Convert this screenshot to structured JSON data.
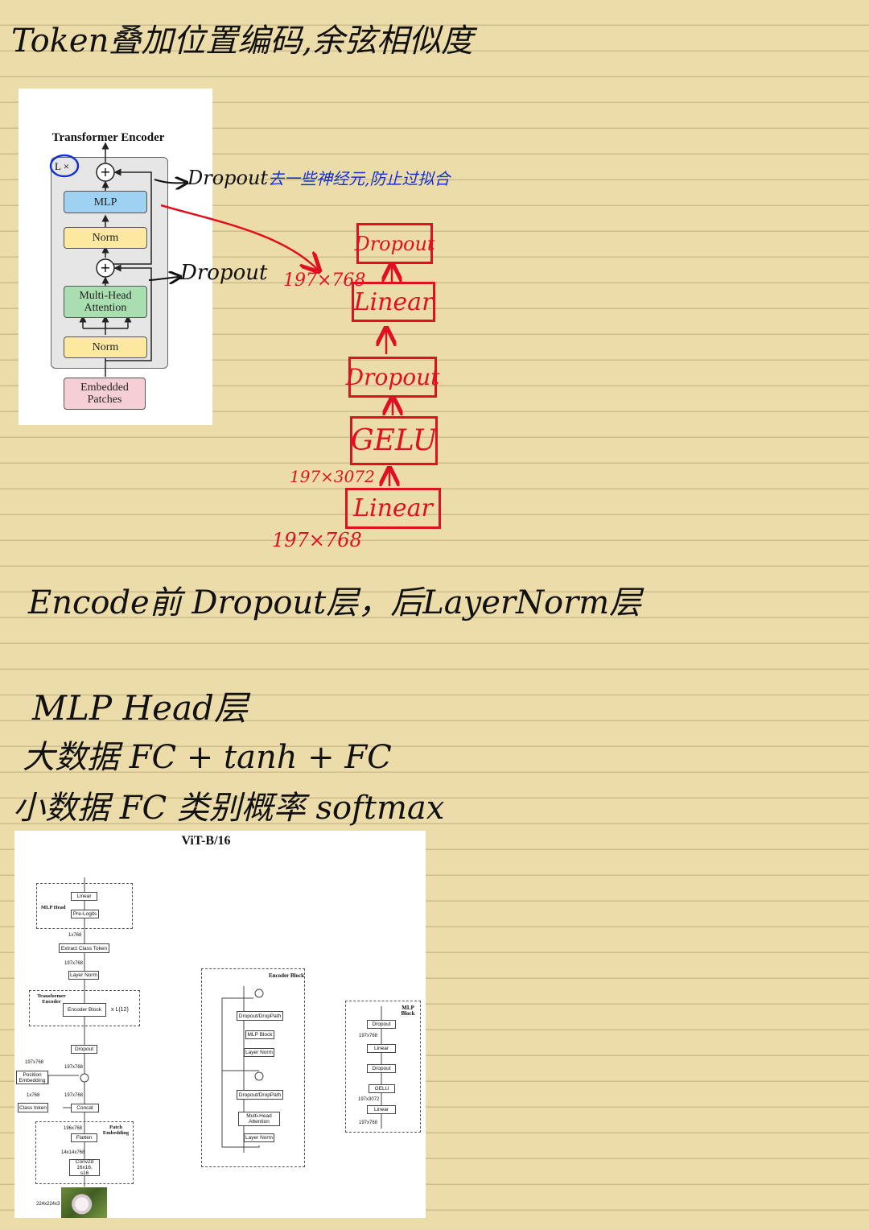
{
  "notes": {
    "title": "Token叠加位置编码,余弦相似度",
    "dropout_note_top": "Dropout",
    "dropout_note_top_desc": "去一些神经元,防止过拟合",
    "dropout_note_mid": "Dropout",
    "line_encode": "Encode前 Dropout层，后LayerNorm层",
    "mlp_head_title": "MLP Head层",
    "big_data": "大数据 FC + tanh + FC",
    "small_data": "小数据 FC 类别概率 softmax"
  },
  "encoder_figure": {
    "title": "Transformer Encoder",
    "lx": "L ×",
    "mlp": "MLP",
    "norm_top": "Norm",
    "mha": "Multi-Head Attention",
    "norm_bottom": "Norm",
    "embedded": "Embedded Patches",
    "plus": "+"
  },
  "mlp_diagram": {
    "blocks": [
      "Dropout",
      "Linear",
      "Dropout",
      "GELU",
      "Linear"
    ],
    "dim_197x768": "197×768",
    "dim_197x3072": "197×3072",
    "dim_197x768_bottom": "197×768"
  },
  "vit_figure": {
    "title": "ViT-B/16",
    "mlp_head_label": "MLP Head",
    "linear": "Linear",
    "pre_logits": "Pre-Logits",
    "extract": "Extract Class Token",
    "layer_norm": "Layer Norm",
    "transformer_encoder_label": "Transformer Encoder",
    "encoder_block": "Encoder Block",
    "xl": "x L(12)",
    "dropout": "Dropout",
    "position_embedding": "Position Embedding",
    "class_token": "Class token",
    "concat": "Concat",
    "patch_embedding_label": "Patch Embedding",
    "flatten": "Flatten",
    "conv2d": "Conv2d 16x16, s16",
    "dims": {
      "d1x768": "1x768",
      "d197x768a": "197x768",
      "d197x768b": "197x768",
      "d197x768c": "197x768",
      "d1x768b": "1x768",
      "d196x768": "196x768",
      "d14x14x768": "14x14x768",
      "d224": "224x224x3"
    },
    "encoder_block_panel": {
      "label": "Encoder Block",
      "dropout_top": "Dropout/DropPath",
      "mlp_block": "MLP Block",
      "layer_norm_top": "Layer Norm",
      "dropout_bottom": "Dropout/DropPath",
      "mha": "Multi-Head Attention",
      "layer_norm_bottom": "Layer Norm"
    },
    "mlp_block_panel": {
      "label": "MLP Block",
      "dropout_top": "Dropout",
      "linear_top": "Linear",
      "dropout_mid": "Dropout",
      "gelu": "GELU",
      "linear_bottom": "Linear",
      "d197x768a": "197x768",
      "d197x3072": "197x3072",
      "d197x768b": "197x768"
    }
  },
  "colors": {
    "paper": "#ecdcaa",
    "red_ink": "#e01020",
    "blue_ink": "#1530d0",
    "mlp_fill": "#9fd2f2",
    "norm_fill": "#fde8a0",
    "mha_fill": "#a9deb0",
    "embedded_fill": "#f6cfd4"
  }
}
